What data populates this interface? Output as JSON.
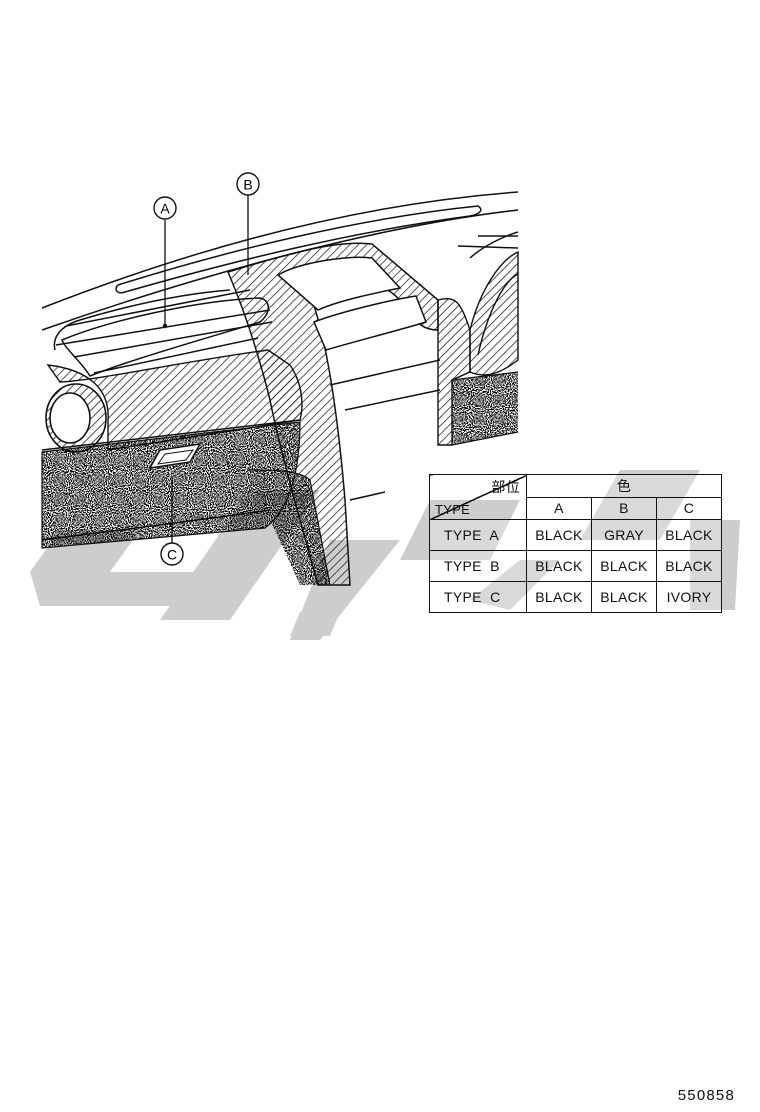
{
  "callouts": {
    "a": "A",
    "b": "B",
    "c": "C"
  },
  "table": {
    "corner_part_label": "部位",
    "corner_type_label": "TYPE",
    "color_header": "色",
    "columns": [
      "A",
      "B",
      "C"
    ],
    "rows": [
      {
        "type": "TYPE  A",
        "values": [
          "BLACK",
          "GRAY",
          "BLACK"
        ]
      },
      {
        "type": "TYPE  B",
        "values": [
          "BLACK",
          "BLACK",
          "BLACK"
        ]
      },
      {
        "type": "TYPE  C",
        "values": [
          "BLACK",
          "BLACK",
          "IVORY"
        ]
      }
    ]
  },
  "reference_number": "550858",
  "colors": {
    "line": "#111111",
    "watermark": "#c8c8c8"
  }
}
